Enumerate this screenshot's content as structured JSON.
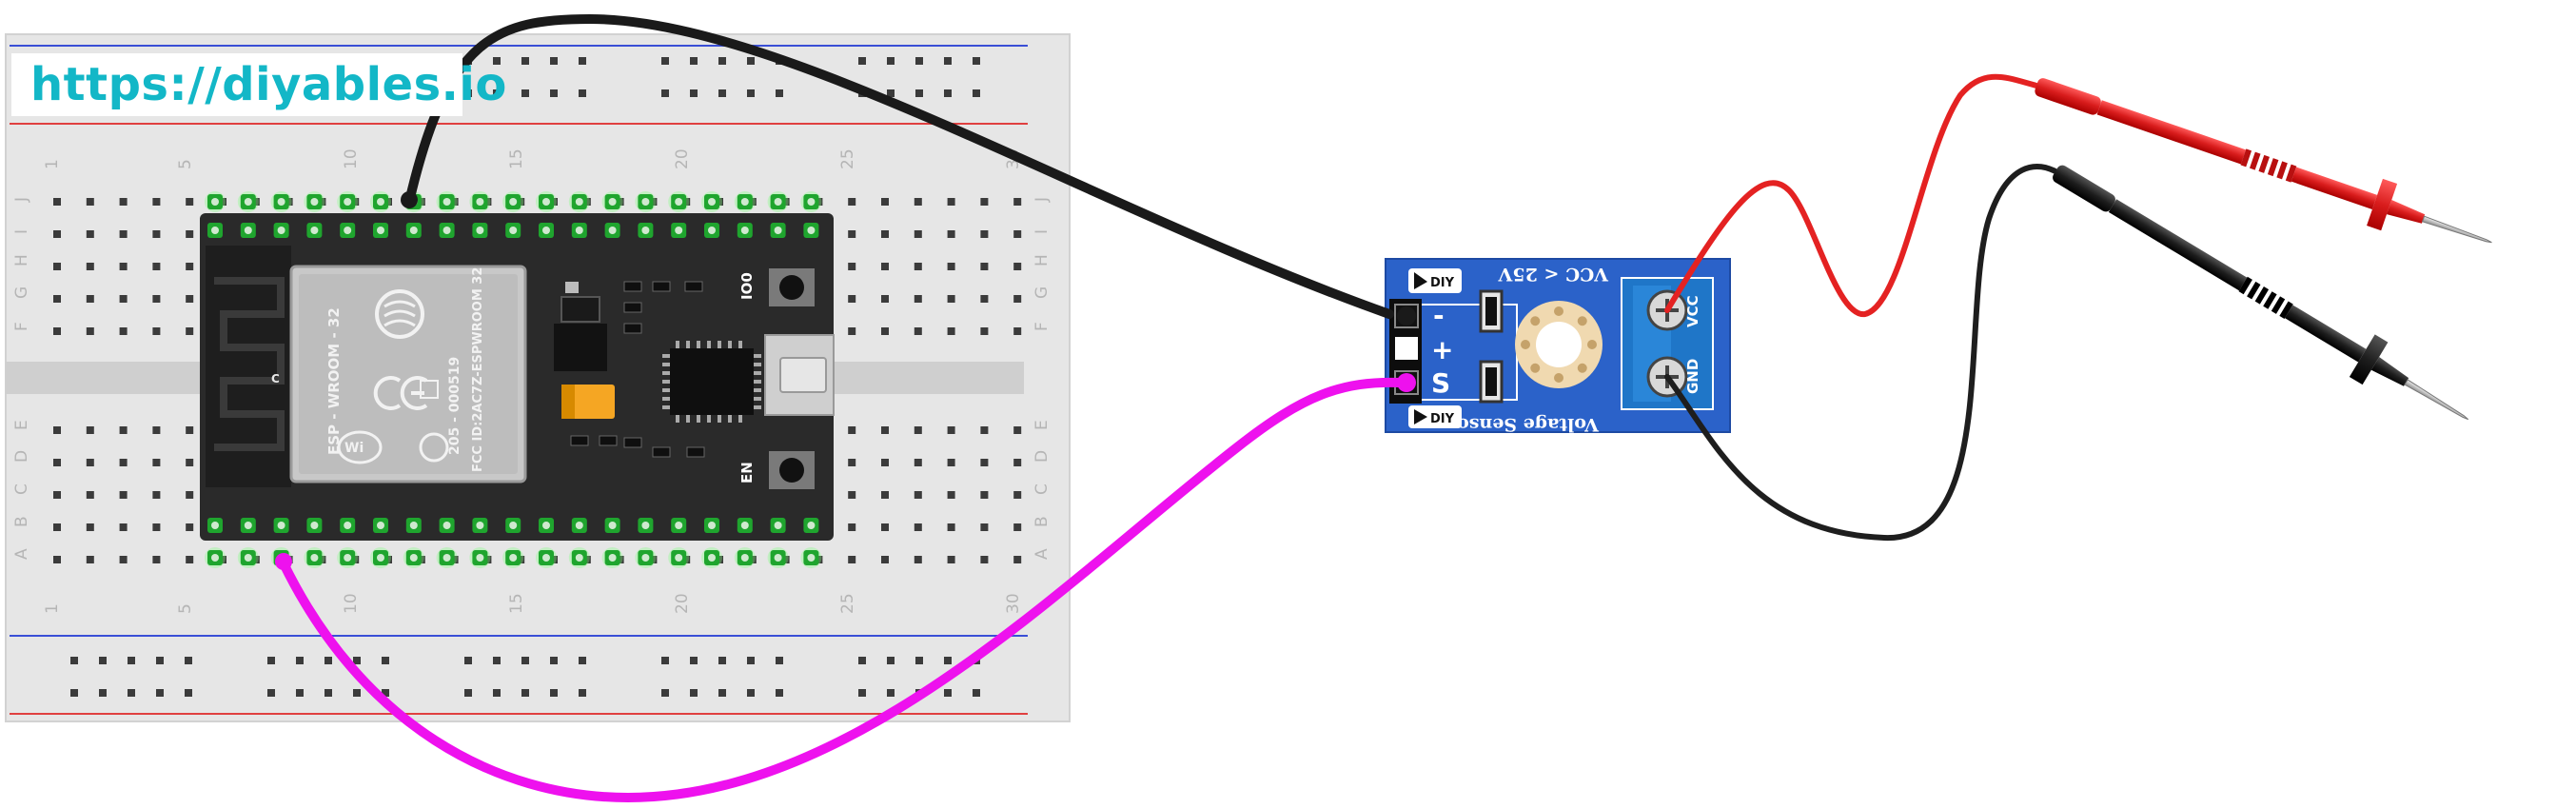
{
  "watermark": "https://diyables.io",
  "breadboard": {
    "column_numbers": [
      "1",
      "5",
      "10",
      "15",
      "20",
      "25",
      "30"
    ],
    "row_letters_top": [
      "J",
      "I",
      "H",
      "G",
      "F"
    ],
    "row_letters_bottom": [
      "E",
      "D",
      "C",
      "B",
      "A"
    ]
  },
  "esp32": {
    "module_lines": [
      "ESP - WROOM - 32",
      "205 - 000519",
      "FCC ID:2AC7Z-ESPWROOM 32"
    ],
    "button_io0": "IO0",
    "button_en": "EN",
    "antenna_label": "C"
  },
  "voltage_sensor": {
    "title": "Voltage Sensor",
    "rating": "VCC < 25V",
    "pin_minus": "-",
    "pin_plus": "+",
    "pin_signal": "S",
    "terminal_vcc": "VCC",
    "terminal_gnd": "GND",
    "logo_text": "DIY"
  },
  "colors": {
    "wire_black": "#1a1a1a",
    "wire_magenta": "#ee11ee",
    "probe_red": "#e42222",
    "probe_black": "#1e1e1e",
    "sensor_blue": "#2b62c9",
    "watermark": "#13b7c7"
  }
}
